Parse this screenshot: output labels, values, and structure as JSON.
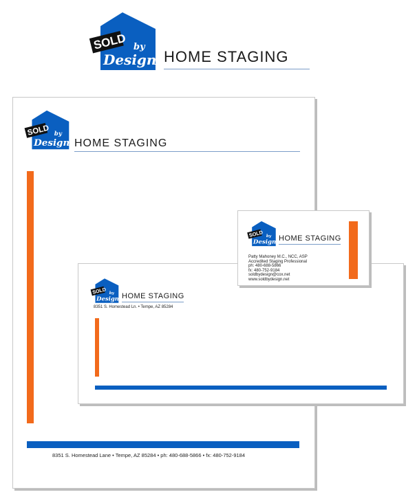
{
  "brand": {
    "sold_text": "SOLD",
    "by_text": "by",
    "design_text": "Design",
    "tagline": "HOME STAGING",
    "colors": {
      "primary_blue": "#0a5fc0",
      "accent_orange": "#f26a1b",
      "rule_blue": "#7a9cc8",
      "black": "#111111"
    }
  },
  "letterhead": {
    "footer": "8351 S. Homestead Lane • Tempe, AZ 85284 • ph: 480-688-5866 • fx: 480-752-9184"
  },
  "envelope": {
    "address": "8351 S. Homestead Ln. • Tempe, AZ 85284"
  },
  "business_card": {
    "lines": [
      "Patty Mahoney M.C., NCC, ASP",
      "Accredited Staging Professional",
      "ph: 480-688-5866",
      "fx: 480-752-9184",
      "soldbydesign@cox.net",
      "www.soldbydesign.net"
    ]
  }
}
